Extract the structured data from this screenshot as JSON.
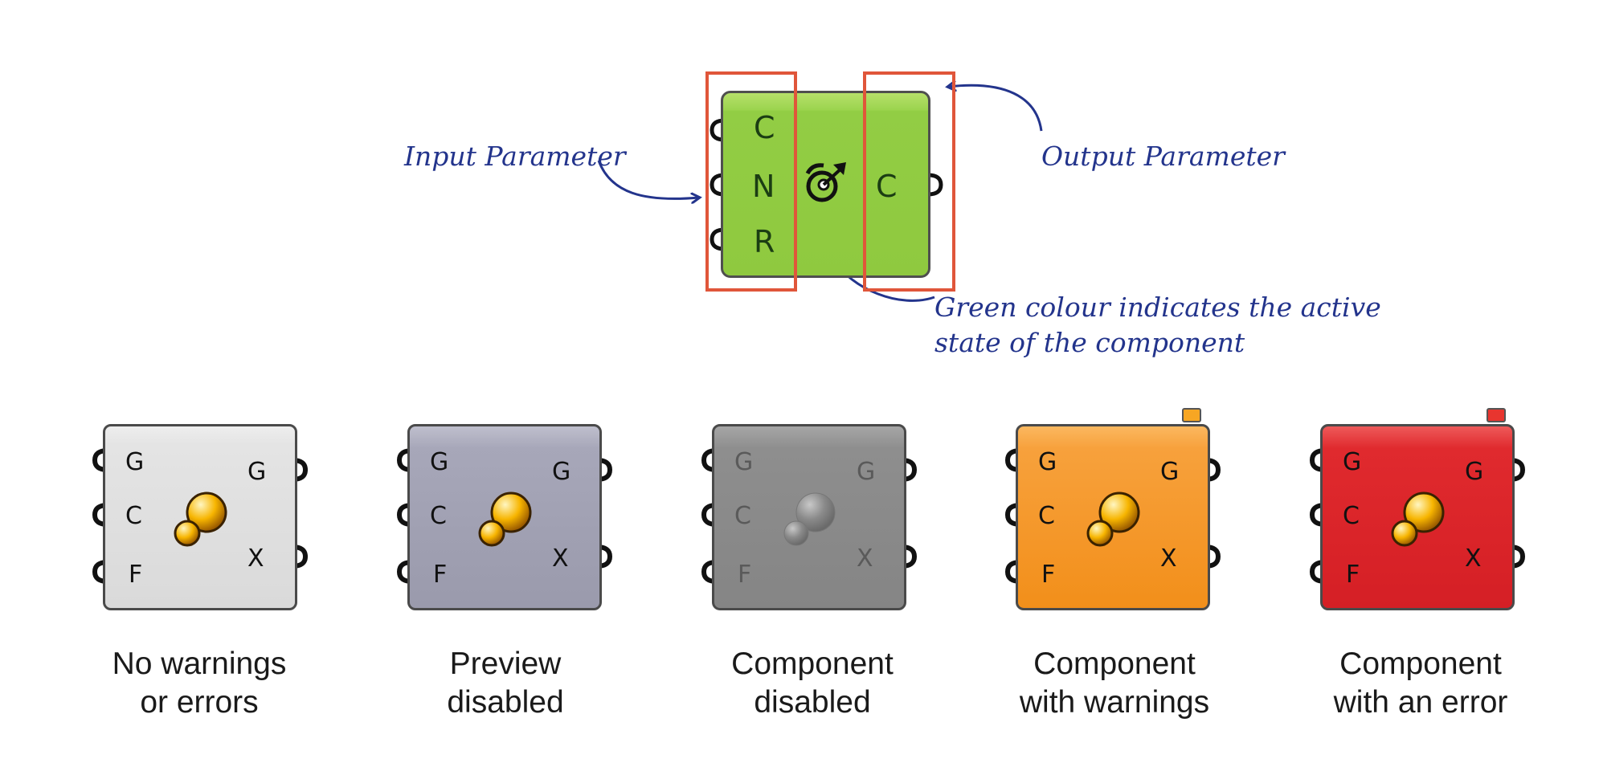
{
  "top_component": {
    "inputs": [
      "C",
      "N",
      "R"
    ],
    "outputs": [
      "C"
    ],
    "color": "#8fc93f",
    "icon": "circle-target-arrow-icon"
  },
  "annotations": {
    "input": "Input Parameter",
    "output": "Output Parameter",
    "green_line1": "Green colour indicates the active",
    "green_line2": "state of the component",
    "box_color": "#e0563a",
    "ink_color": "#23348c"
  },
  "components": [
    {
      "inputs": [
        "G",
        "C",
        "F"
      ],
      "outputs": [
        "G",
        "X"
      ],
      "caption1": "No warnings",
      "caption2": "or errors",
      "color": "#dcdcdc",
      "flag": ""
    },
    {
      "inputs": [
        "G",
        "C",
        "F"
      ],
      "outputs": [
        "G",
        "X"
      ],
      "caption1": "Preview",
      "caption2": "disabled",
      "color": "#9797a9",
      "flag": ""
    },
    {
      "inputs": [
        "G",
        "C",
        "F"
      ],
      "outputs": [
        "G",
        "X"
      ],
      "caption1": "Component",
      "caption2": "disabled",
      "color": "#8a8a8a",
      "flag": ""
    },
    {
      "inputs": [
        "G",
        "C",
        "F"
      ],
      "outputs": [
        "G",
        "X"
      ],
      "caption1": "Component",
      "caption2": "with warnings",
      "color": "#f5931e",
      "flag": "#f7a623"
    },
    {
      "inputs": [
        "G",
        "C",
        "F"
      ],
      "outputs": [
        "G",
        "X"
      ],
      "caption1": "Component",
      "caption2": "with an error",
      "color": "#d92127",
      "flag": "#e8352f"
    }
  ]
}
